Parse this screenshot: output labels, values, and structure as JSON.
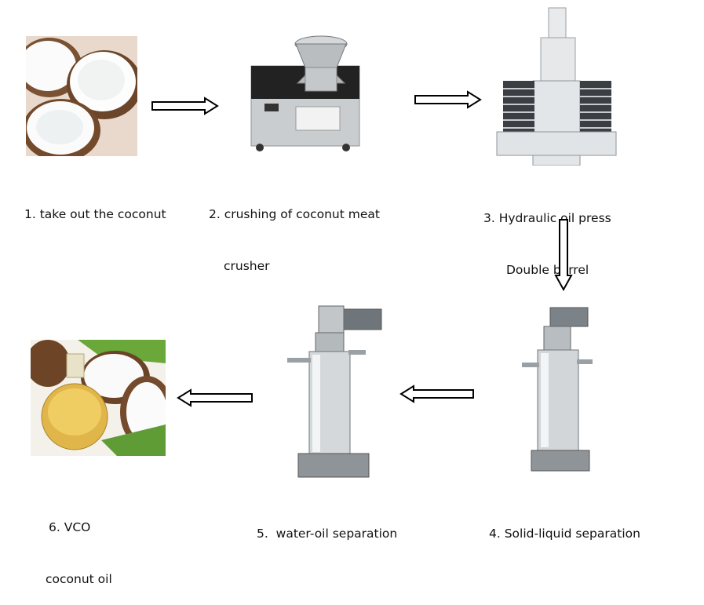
{
  "steps": [
    {
      "label_line1": "1. take out the coconut",
      "label_line2": ""
    },
    {
      "label_line1": "2. crushing of coconut meat",
      "label_line2": "crusher"
    },
    {
      "label_line1": "3. Hydraulic oil press",
      "label_line2": "Double barrel"
    },
    {
      "label_line1": "4. Solid-liquid separation",
      "label_line2": ""
    },
    {
      "label_line1": "5.  water-oil separation",
      "label_line2": ""
    },
    {
      "label_line1": "6. VCO",
      "label_line2": "coconut oil"
    }
  ]
}
